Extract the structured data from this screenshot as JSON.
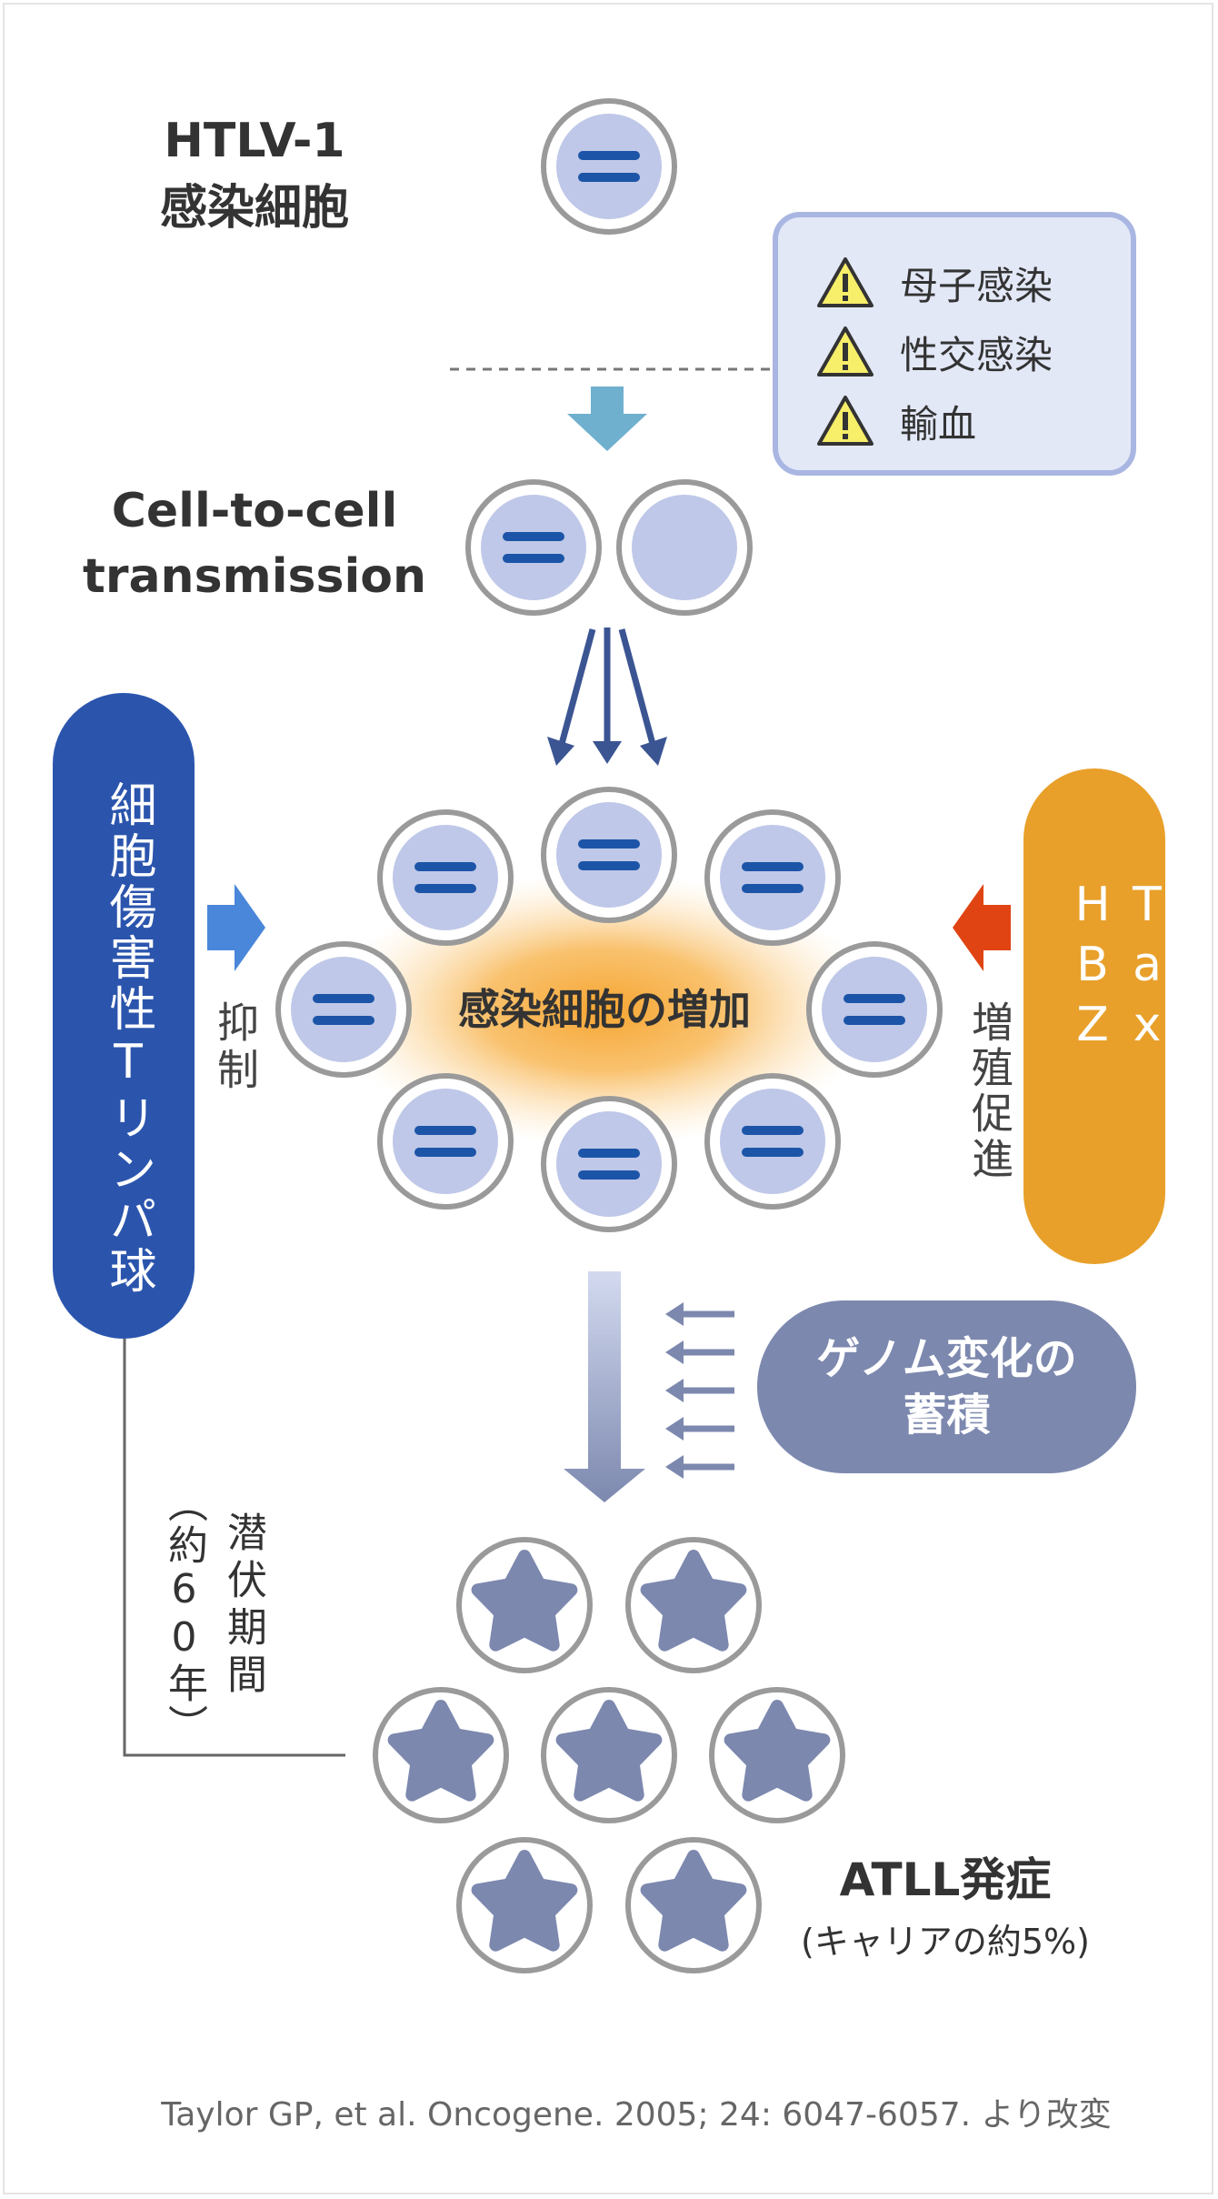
{
  "infected_cell_label": [
    "HTLV-1",
    "感染細胞"
  ],
  "routes": [
    {
      "icon": "warning-icon",
      "label": "母子感染"
    },
    {
      "icon": "warning-icon",
      "label": "性交感染"
    },
    {
      "icon": "warning-icon",
      "label": "輸血"
    }
  ],
  "transmission_label": [
    "Cell-to-cell",
    "transmission"
  ],
  "cluster_label": "感染細胞の増加",
  "ctl_label": "細胞傷害性Tリンパ球",
  "suppress_label": "抑制",
  "tax_hbz_label": "Tax HBZ",
  "promote_label": "増殖促進",
  "genome_label": [
    "ゲノム変化の",
    "蓄積"
  ],
  "latency_label": "潜伏期間",
  "latency_note": "（約60年）",
  "atll_label": "ATLL発症",
  "atll_note": "(キャリアの約5%)",
  "citation": "Taylor GP, et al. Oncogene. 2005; 24: 6047-6057. より改変",
  "colors": {
    "cell_fill": "#bfc8e8",
    "cell_ring": "#9a9a9a",
    "nucleus": "#1c55a8",
    "ctl_blue": "#2b55ad",
    "tax_orange": "#e8a02a",
    "genome_gray": "#7c88ae",
    "atll_star": "#7c88ae"
  }
}
